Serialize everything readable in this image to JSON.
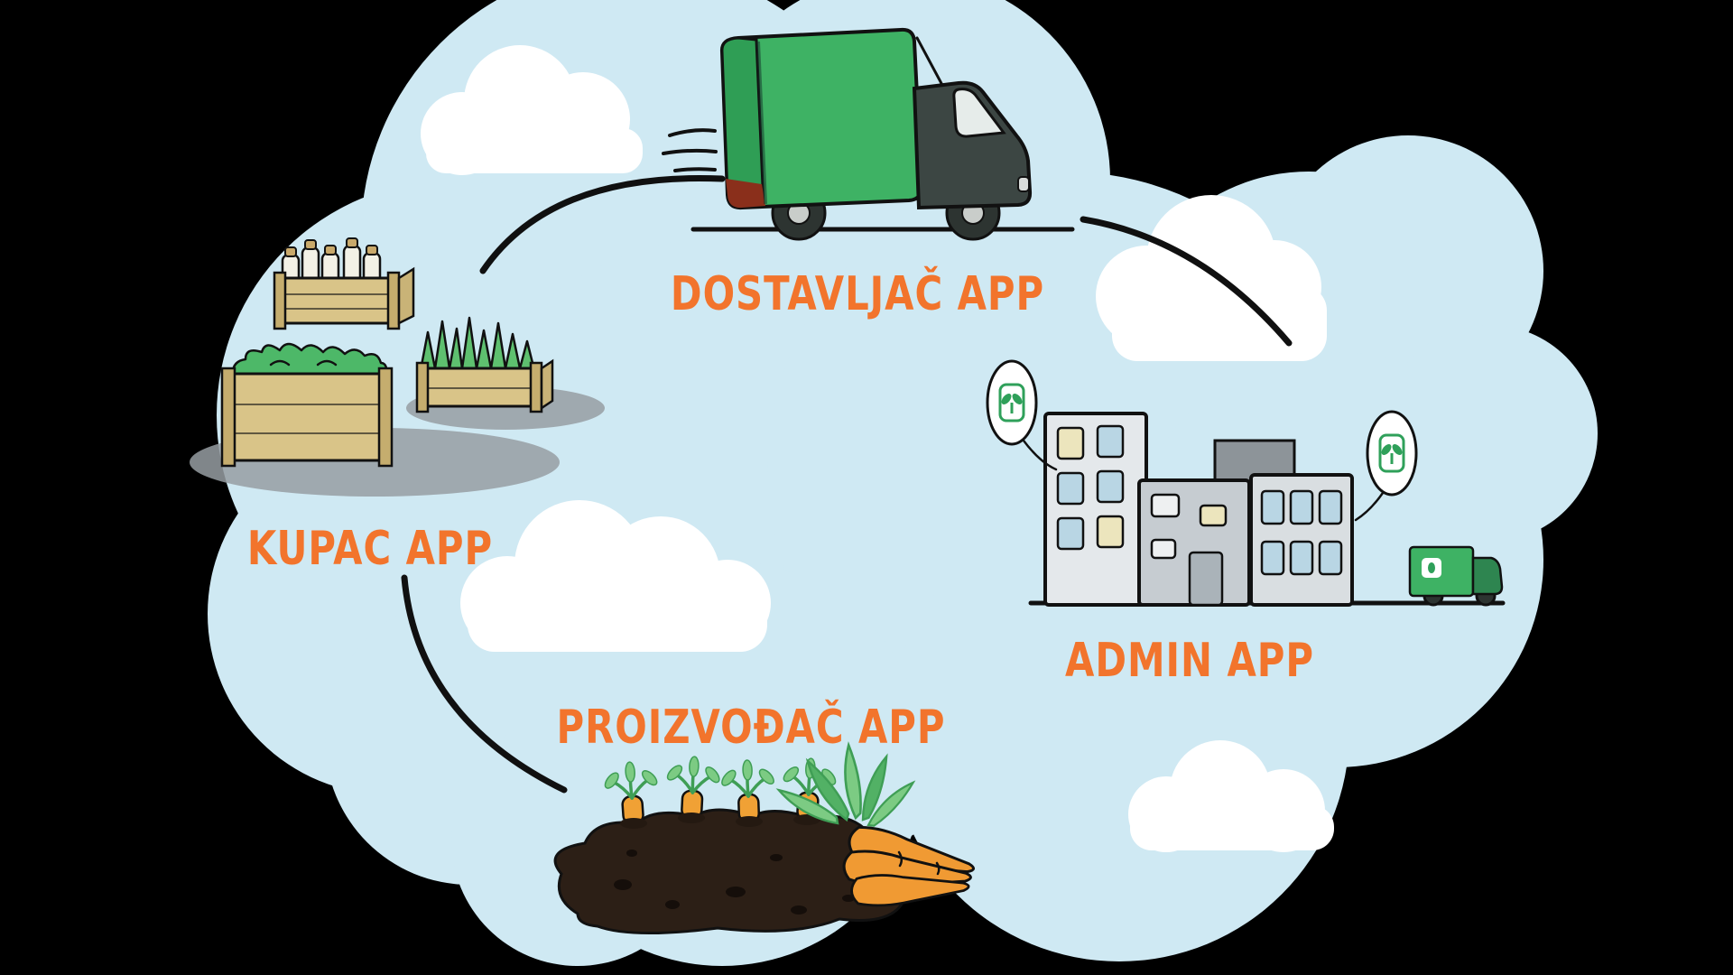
{
  "colors": {
    "background": "#000000",
    "sky_blob": "#cfe9f3",
    "cloud_white": "#ffffff",
    "label_orange": "#f2742c",
    "truck_green": "#3eb264",
    "line_black": "#101010"
  },
  "labels": {
    "delivery_app": "DOSTAVLJAČ APP",
    "customer_app": "KUPAC APP",
    "producer_app": "PROIZVOĐAČ APP",
    "admin_app": "ADMIN APP"
  },
  "icons": {
    "app_sprout_icon": "green sprout inside rounded app square"
  }
}
